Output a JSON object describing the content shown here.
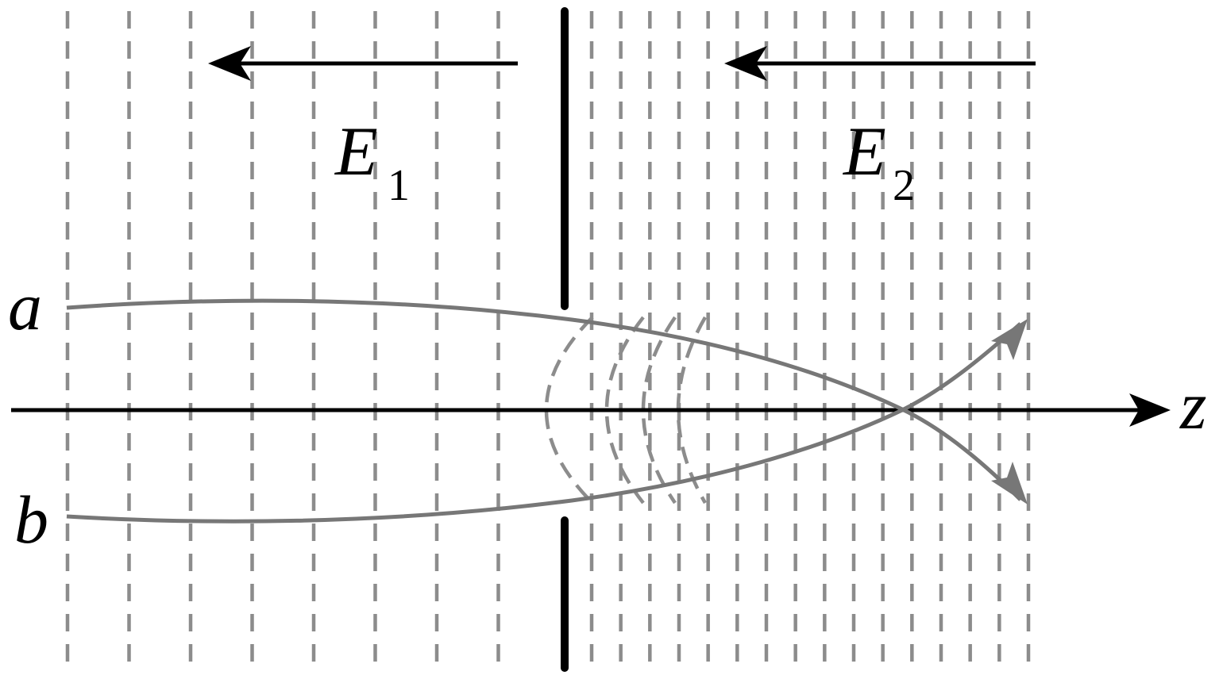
{
  "labels": {
    "field1_letter": "E",
    "field1_subscript": "1",
    "field2_letter": "E",
    "field2_subscript": "2",
    "trajectory_a": "a",
    "trajectory_b": "b",
    "axis": "z"
  },
  "colors": {
    "background": "#ffffff",
    "ink": "#000000",
    "field_lines": "#8c8c8c",
    "trajectories": "#777777"
  },
  "fields": {
    "region1_line_count": 8,
    "region2_line_count": 16,
    "field1_direction": "left",
    "field2_direction": "left"
  }
}
